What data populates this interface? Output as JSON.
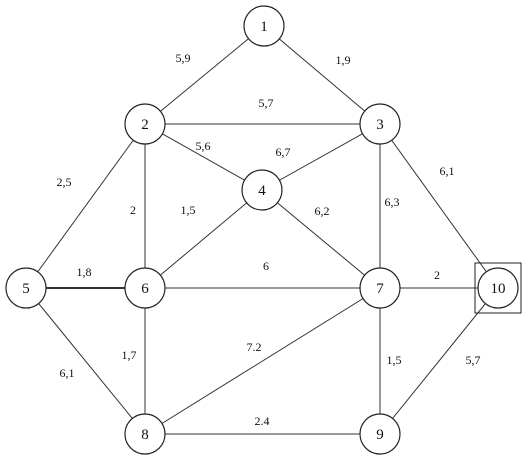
{
  "graph": {
    "nodes": [
      {
        "id": "1",
        "label": "1"
      },
      {
        "id": "2",
        "label": "2"
      },
      {
        "id": "3",
        "label": "3"
      },
      {
        "id": "4",
        "label": "4"
      },
      {
        "id": "5",
        "label": "5"
      },
      {
        "id": "6",
        "label": "6"
      },
      {
        "id": "7",
        "label": "7"
      },
      {
        "id": "8",
        "label": "8"
      },
      {
        "id": "9",
        "label": "9"
      },
      {
        "id": "10",
        "label": "10",
        "boxed": true
      }
    ],
    "edges": [
      {
        "from": "1",
        "to": "2",
        "label": "5,9"
      },
      {
        "from": "1",
        "to": "3",
        "label": "1,9"
      },
      {
        "from": "2",
        "to": "3",
        "label": "5,7"
      },
      {
        "from": "2",
        "to": "4",
        "label": "5,6"
      },
      {
        "from": "3",
        "to": "4",
        "label": "6,7"
      },
      {
        "from": "2",
        "to": "5",
        "label": "2,5"
      },
      {
        "from": "2",
        "to": "6",
        "label": "2"
      },
      {
        "from": "4",
        "to": "6",
        "label": "1,5"
      },
      {
        "from": "4",
        "to": "7",
        "label": "6,2"
      },
      {
        "from": "3",
        "to": "7",
        "label": "6,3"
      },
      {
        "from": "3",
        "to": "10",
        "label": "6,1"
      },
      {
        "from": "5",
        "to": "6",
        "label": "1,8",
        "bold": true
      },
      {
        "from": "6",
        "to": "7",
        "label": "6"
      },
      {
        "from": "7",
        "to": "10",
        "label": "2"
      },
      {
        "from": "5",
        "to": "8",
        "label": "6,1"
      },
      {
        "from": "6",
        "to": "8",
        "label": "1,7"
      },
      {
        "from": "7",
        "to": "8",
        "label": "7.2"
      },
      {
        "from": "7",
        "to": "9",
        "label": "1,5"
      },
      {
        "from": "9",
        "to": "10",
        "label": "5,7"
      },
      {
        "from": "8",
        "to": "9",
        "label": "2.4"
      }
    ]
  }
}
